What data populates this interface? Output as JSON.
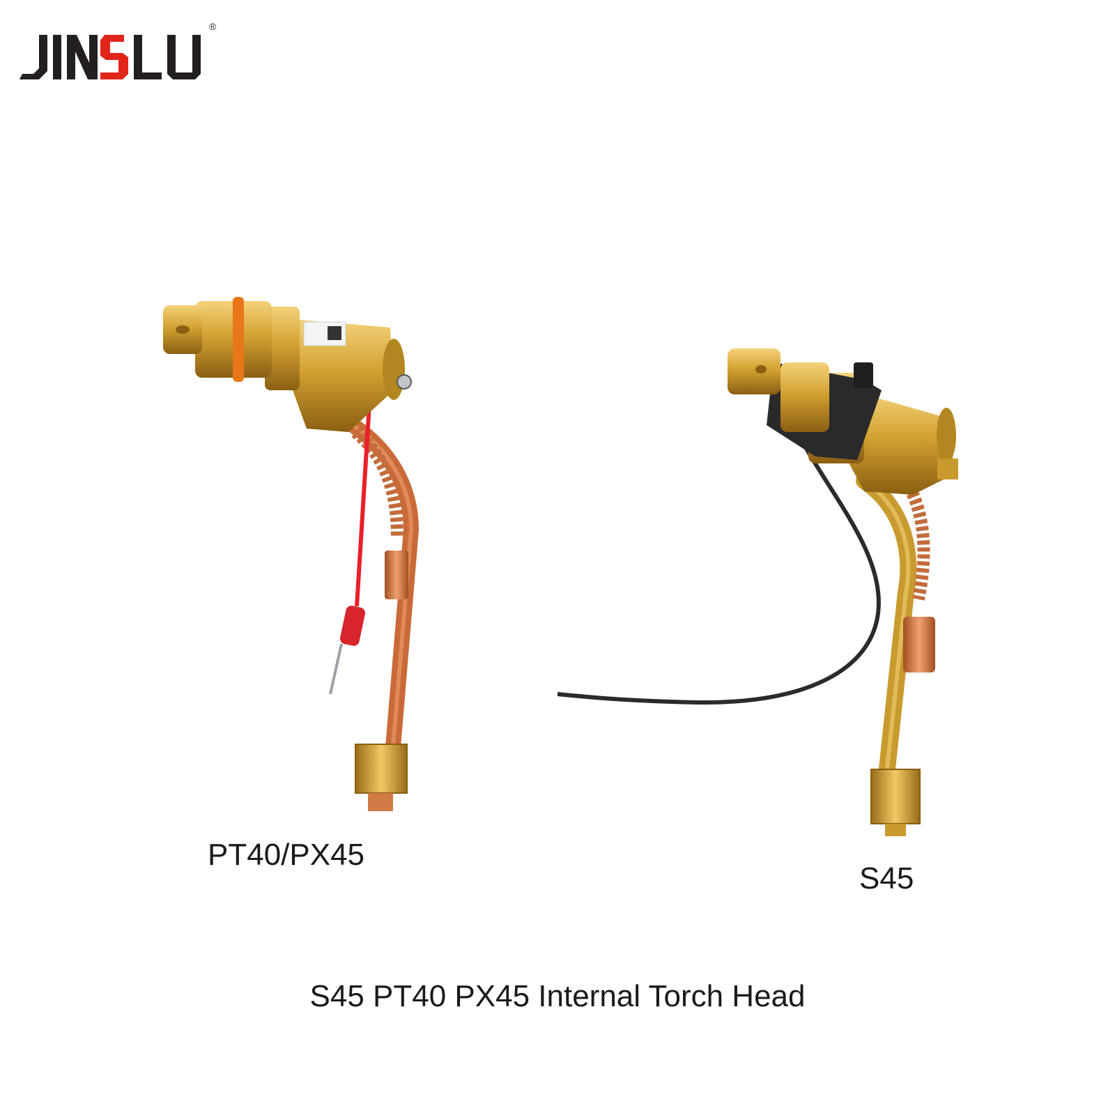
{
  "brand": {
    "logo_text": "JINSLU",
    "registered_mark": "®",
    "colors": {
      "logo_dark": "#231f20",
      "logo_accent": "#e1251b"
    }
  },
  "products": [
    {
      "label": "PT40/PX45",
      "accent_wire": "#e8202a"
    },
    {
      "label": "S45",
      "accent_wire": "#2b2b2b"
    }
  ],
  "title": "S45 PT40 PX45 Internal Torch Head",
  "colors": {
    "brass": "#d4a233",
    "copper": "#d07a45",
    "orange_ring": "#e8771a"
  }
}
